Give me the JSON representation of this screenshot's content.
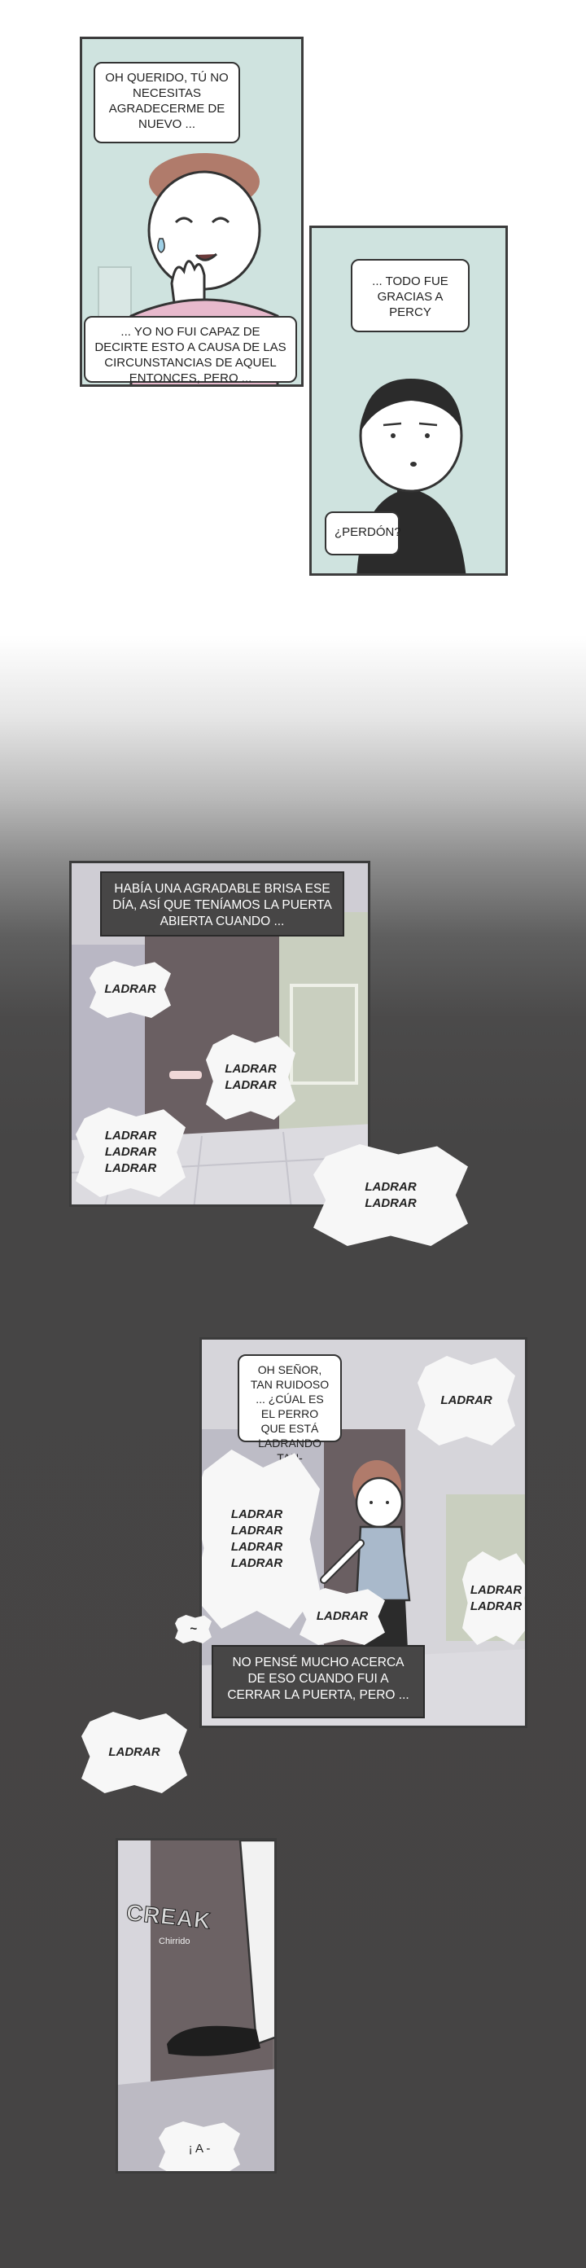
{
  "panel1": {
    "top_bubble": "OH QUERIDO, TÚ NO NECESITAS AGRADECERME DE NUEVO ...",
    "bottom_bubble": "... YO NO FUI CAPAZ DE DECIRTE ESTO A CAUSA DE LAS CIRCUNSTANCIAS DE AQUEL ENTONCES, PERO ..."
  },
  "panel2": {
    "top_bubble": "... TODO FUE GRACIAS A PERCY",
    "bottom_bubble": "¿PERDÓN?"
  },
  "panel3": {
    "caption": "HABÍA UNA AGRADABLE BRISA ESE DÍA, ASÍ QUE TENÍAMOS LA PUERTA ABIERTA CUANDO ...",
    "sfx": [
      "LADRAR",
      "LADRAR",
      "LADRAR",
      "LADRAR",
      "LADRAR",
      "LADRAR",
      "LADRAR",
      "LADRAR"
    ]
  },
  "panel4": {
    "bubble": "OH SEÑOR, TAN RUIDOSO ... ¿CÚAL ES EL PERRO QUE ESTÁ LADRANDO TAN-",
    "caption": "NO PENSÉ MUCHO ACERCA DE ESO CUANDO FUI A CERRAR LA PUERTA, PERO ...",
    "sfx": [
      "LADRAR",
      "LADRAR",
      "LADRAR",
      "LADRAR",
      "LADRAR",
      "LADRAR",
      "LADRAR",
      "LADRAR"
    ]
  },
  "panel5": {
    "sfx_big": "CREAK",
    "sfx_small": "Chirrido",
    "bubble": "¡ A -"
  },
  "colors": {
    "mint_bg": "#cfe3df",
    "caption_bg": "#474646",
    "dark_bg": "#454444"
  }
}
